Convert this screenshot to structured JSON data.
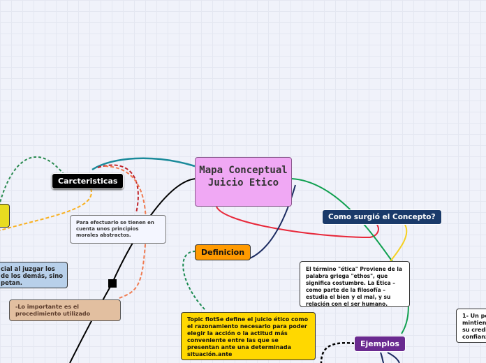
{
  "central": {
    "title": "Mapa Conceptual Juicio Etico"
  },
  "nodes": {
    "caracteristicas": "Carcteristicas",
    "principios": "Para efectuarlo se tienen en cuenta unos principios morales abstractos.",
    "imparcial": "cial al juzgar los de los demás, sino petan.",
    "procedimiento": "-Lo importante es el procedimiento utilizado",
    "yellow_left": "",
    "definicion": "Definicion",
    "definicion_text": "Topic flotSe define el juicio ético como el razonamiento necesario para poder elegir la acción o la actitud más conveniente entre las que se presentan ante una determinada situación.ante",
    "como_surgio": "Como surgió el Concepto?",
    "etica_text": "El término \"ética\"  Proviene de la palabra griega \"ethos\", que significa costumbre. La Ética – como parte de la filosofía – estudia el bien y el mal, y su relación con el ser humano.",
    "ejemplos": "Ejemplos",
    "ejemplo1": "1- Un pe mintien su credi confianz"
  }
}
